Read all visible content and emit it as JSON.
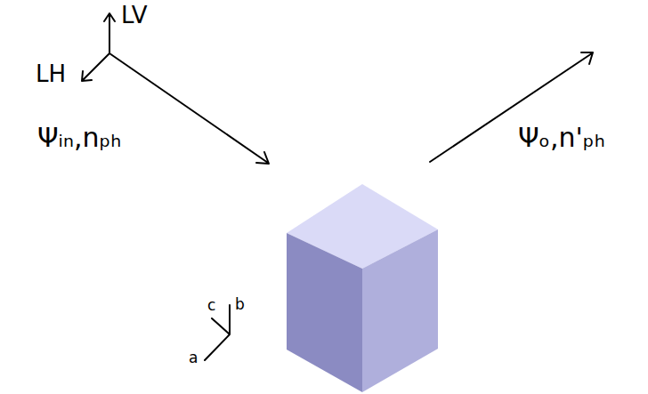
{
  "diagram": {
    "labels": [
      "LV",
      "LH",
      "Ψᵢₙ,nₚₕ",
      "Ψₒ,n'ₚₕ",
      "a",
      "b",
      "c"
    ]
  }
}
